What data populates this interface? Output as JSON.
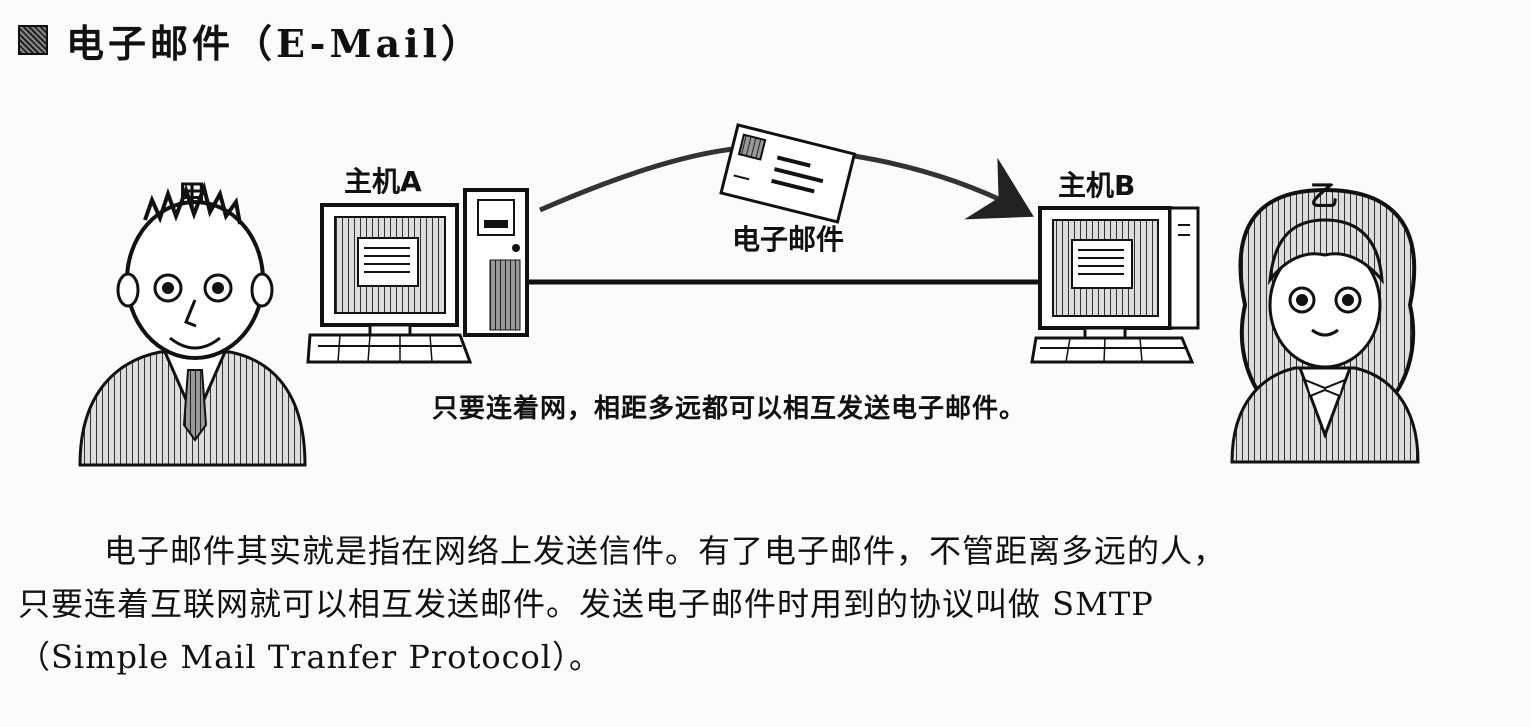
{
  "heading": {
    "title": "电子邮件（E-Mail）",
    "bullet_icon": "hatched-square-icon"
  },
  "figure": {
    "person_left_label": "甲",
    "person_right_label": "乙",
    "host_a_label": "主机A",
    "host_b_label": "主机B",
    "mail_label": "电子邮件",
    "caption": "只要连着网，相距多远都可以相互发送电子邮件。"
  },
  "paragraph": {
    "line1": "电子邮件其实就是指在网络上发送信件。有了电子邮件，不管距离多远的人，",
    "line2": "只要连着互联网就可以相互发送邮件。发送电子邮件时用到的协议叫做 SMTP",
    "line3": "（Simple Mail Tranfer Protocol）。"
  }
}
